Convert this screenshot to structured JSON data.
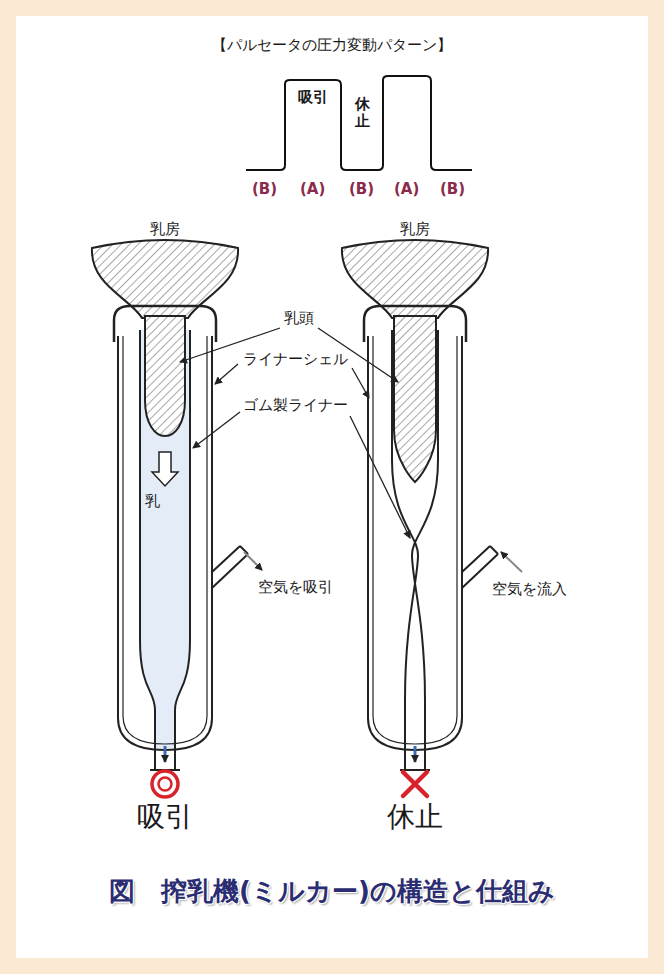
{
  "diagram": {
    "title": "【パルセータの圧力変動パターン】",
    "caption": "図　搾乳機(ミルカー)の構造と仕組み",
    "labels": [
      "吸引",
      "休止",
      "(B)",
      "(A)",
      "(B)",
      "(A)",
      "(B)",
      "乳房",
      "乳房",
      "乳頭",
      "ライナーシェル",
      "ゴム製ライナー",
      "乳",
      "空気を吸引",
      "空気を流入",
      "吸引",
      "休止"
    ]
  }
}
